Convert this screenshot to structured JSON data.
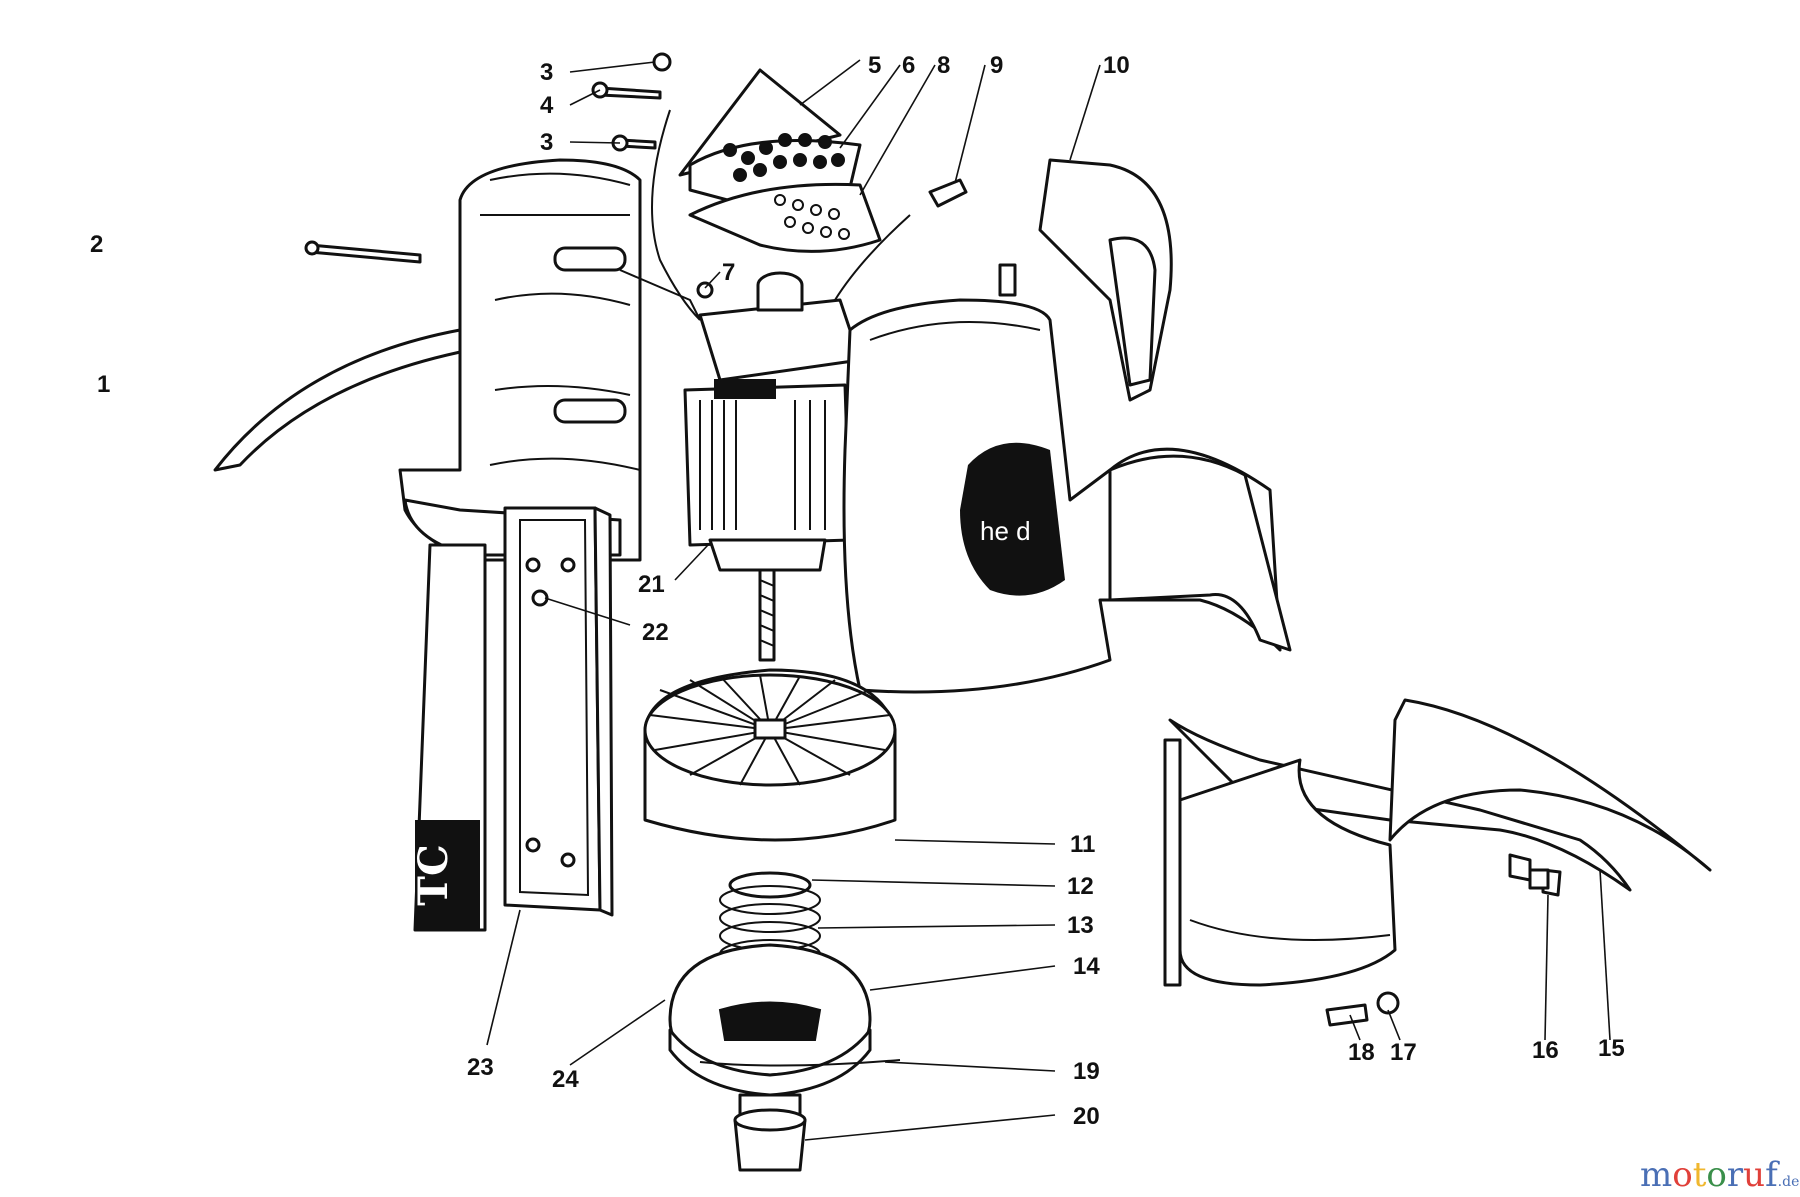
{
  "callouts": [
    {
      "id": "c1",
      "text": "1"
    },
    {
      "id": "c2",
      "text": "2"
    },
    {
      "id": "c3a",
      "text": "3"
    },
    {
      "id": "c3b",
      "text": "3"
    },
    {
      "id": "c4",
      "text": "4"
    },
    {
      "id": "c5",
      "text": "5"
    },
    {
      "id": "c6",
      "text": "6"
    },
    {
      "id": "c7",
      "text": "7"
    },
    {
      "id": "c8",
      "text": "8"
    },
    {
      "id": "c9",
      "text": "9"
    },
    {
      "id": "c10",
      "text": "10"
    },
    {
      "id": "c11",
      "text": "11"
    },
    {
      "id": "c12",
      "text": "12"
    },
    {
      "id": "c13",
      "text": "13"
    },
    {
      "id": "c14",
      "text": "14"
    },
    {
      "id": "c15",
      "text": "15"
    },
    {
      "id": "c16",
      "text": "16"
    },
    {
      "id": "c17",
      "text": "17"
    },
    {
      "id": "c18",
      "text": "18"
    },
    {
      "id": "c19",
      "text": "19"
    },
    {
      "id": "c20",
      "text": "20"
    },
    {
      "id": "c21",
      "text": "21"
    },
    {
      "id": "c22",
      "text": "22"
    },
    {
      "id": "c23",
      "text": "23"
    },
    {
      "id": "c24",
      "text": "24"
    }
  ],
  "housing_text": "he d",
  "panel_logo": "TC",
  "watermark": {
    "parts": [
      "m",
      "o",
      "t",
      "o",
      "r",
      "u",
      "f"
    ],
    "suffix": ".de",
    "colors": [
      "#4a6fb5",
      "#e0403a",
      "#f0b72e",
      "#3a8f4a",
      "#4a6fb5",
      "#e0403a",
      "#4a6fb5"
    ]
  }
}
